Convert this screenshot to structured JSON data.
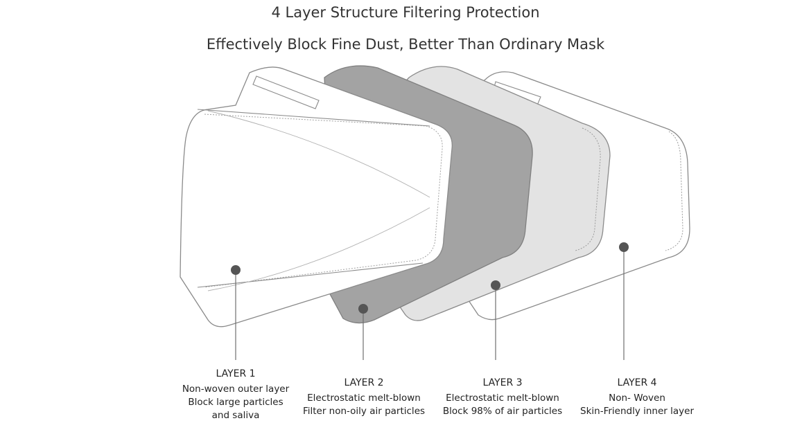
{
  "title": "4 Layer Structure Filtering Protection",
  "subtitle": "Effectively Block Fine Dust, Better Than Ordinary Mask",
  "layers": [
    {
      "label": "LAYER 1",
      "lines": [
        "Non-woven outer layer",
        "Block large particles",
        "and saliva"
      ],
      "fill": "#ffffff"
    },
    {
      "label": "LAYER 2",
      "lines": [
        "Electrostatic melt-blown",
        "Filter non-oily air particles"
      ],
      "fill": "#a3a3a3"
    },
    {
      "label": "LAYER 3",
      "lines": [
        "Electrostatic melt-blown",
        "Block 98% of air particles"
      ],
      "fill": "#e3e3e3"
    },
    {
      "label": "LAYER 4",
      "lines": [
        "Non- Woven",
        "Skin-Friendly inner layer"
      ],
      "fill": "#ffffff"
    }
  ],
  "colors": {
    "outline": "#8a8a8a",
    "pointer": "#6e6e6e",
    "text": "#222222"
  }
}
